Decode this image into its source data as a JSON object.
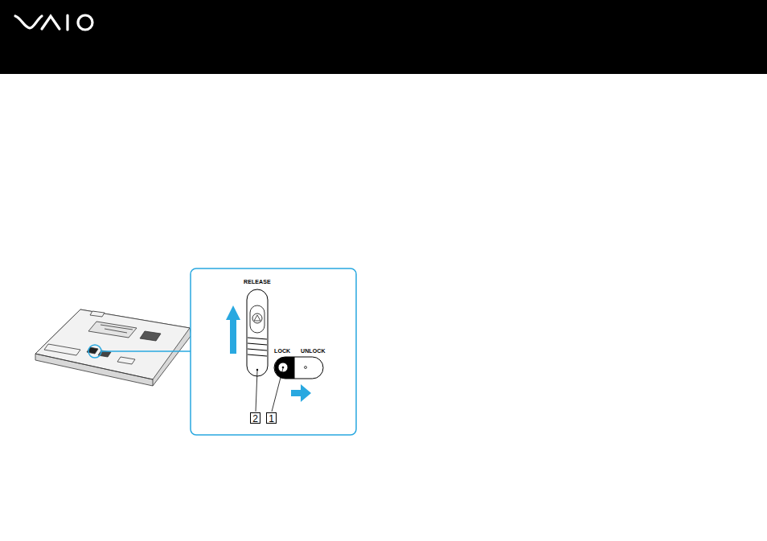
{
  "diagram": {
    "labels": [
      "RELEASE",
      "LOCK",
      "UNLOCK",
      "2",
      "1"
    ]
  }
}
